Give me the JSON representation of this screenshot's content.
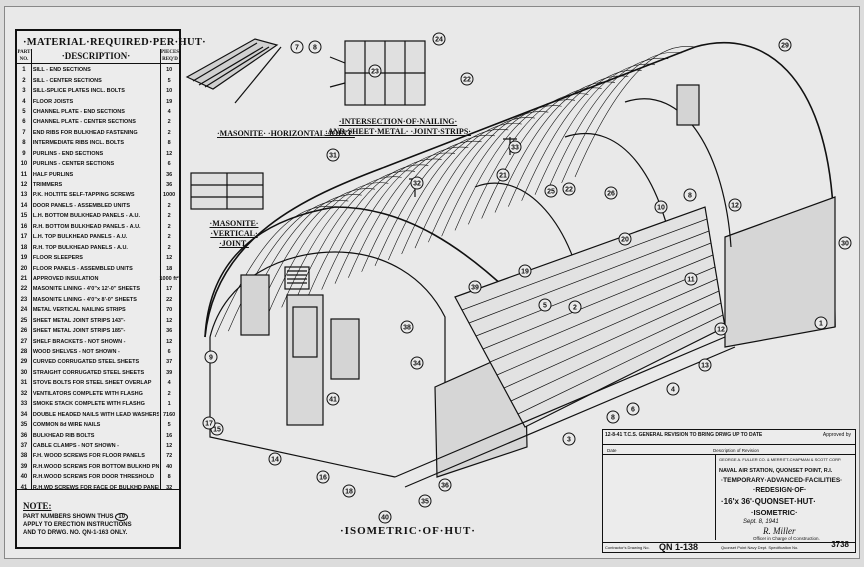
{
  "table": {
    "title": "·MATERIAL·REQUIRED·PER·HUT·",
    "col_part": "PART NO.",
    "col_desc": "·DESCRIPTION·",
    "col_qty": "PIECES REQ'D",
    "rows": [
      {
        "no": "1",
        "desc": "SILL - END SECTIONS",
        "qty": "10"
      },
      {
        "no": "2",
        "desc": "SILL - CENTER SECTIONS",
        "qty": "5"
      },
      {
        "no": "3",
        "desc": "SILL-SPLICE PLATES INCL. BOLTS",
        "qty": "10"
      },
      {
        "no": "4",
        "desc": "FLOOR JOISTS",
        "qty": "19"
      },
      {
        "no": "5",
        "desc": "CHANNEL PLATE - END SECTIONS",
        "qty": "4"
      },
      {
        "no": "6",
        "desc": "CHANNEL PLATE - CENTER SECTIONS",
        "qty": "2"
      },
      {
        "no": "7",
        "desc": "END RIBS FOR BULKHEAD FASTENING",
        "qty": "2"
      },
      {
        "no": "8",
        "desc": "INTERMEDIATE RIBS INCL. BOLTS",
        "qty": "8"
      },
      {
        "no": "9",
        "desc": "PURLINS - END SECTIONS",
        "qty": "12"
      },
      {
        "no": "10",
        "desc": "PURLINS - CENTER SECTIONS",
        "qty": "6"
      },
      {
        "no": "11",
        "desc": "HALF PURLINS",
        "qty": "36"
      },
      {
        "no": "12",
        "desc": "TRIMMERS",
        "qty": "36"
      },
      {
        "no": "13",
        "desc": "P.K. HOLTITE SELF-TAPPING SCREWS",
        "qty": "1000"
      },
      {
        "no": "14",
        "desc": "DOOR PANELS - ASSEMBLED UNITS",
        "qty": "2"
      },
      {
        "no": "15",
        "desc": "L.H. BOTTOM BULKHEAD PANELS - A.U.",
        "qty": "2"
      },
      {
        "no": "16",
        "desc": "R.H. BOTTOM BULKHEAD PANELS - A.U.",
        "qty": "2"
      },
      {
        "no": "17",
        "desc": "L.H. TOP BULKHEAD PANELS - A.U.",
        "qty": "2"
      },
      {
        "no": "18",
        "desc": "R.H. TOP BULKHEAD PANELS - A.U.",
        "qty": "2"
      },
      {
        "no": "19",
        "desc": "FLOOR SLEEPERS",
        "qty": "12"
      },
      {
        "no": "20",
        "desc": "FLOOR PANELS - ASSEMBLED UNITS",
        "qty": "18"
      },
      {
        "no": "21",
        "desc": "APPROVED INSULATION",
        "qty": "1000 ft²"
      },
      {
        "no": "22",
        "desc": "MASONITE LINING - 4'0\"x 12'-0\" SHEETS",
        "qty": "17"
      },
      {
        "no": "23",
        "desc": "MASONITE LINING - 4'0\"x 8'-0\" SHEETS",
        "qty": "22"
      },
      {
        "no": "24",
        "desc": "METAL VERTICAL NAILING STRIPS",
        "qty": "70"
      },
      {
        "no": "25",
        "desc": "SHEET METAL JOINT STRIPS 143\"-",
        "qty": "12"
      },
      {
        "no": "26",
        "desc": "SHEET METAL JOINT STRIPS 185\"-",
        "qty": "36"
      },
      {
        "no": "27",
        "desc": "SHELF BRACKETS - NOT SHOWN -",
        "qty": "12"
      },
      {
        "no": "28",
        "desc": "WOOD SHELVES - NOT SHOWN -",
        "qty": "6"
      },
      {
        "no": "29",
        "desc": "CURVED CORRUGATED STEEL SHEETS",
        "qty": "37"
      },
      {
        "no": "30",
        "desc": "STRAIGHT CORRUGATED STEEL SHEETS",
        "qty": "39"
      },
      {
        "no": "31",
        "desc": "STOVE BOLTS FOR STEEL SHEET OVERLAP",
        "qty": "4"
      },
      {
        "no": "32",
        "desc": "VENTILATORS COMPLETE WITH FLASHG",
        "qty": "2"
      },
      {
        "no": "33",
        "desc": "SMOKE STACK COMPLETE WITH FLASHG",
        "qty": "1"
      },
      {
        "no": "34",
        "desc": "DOUBLE HEADED NAILS WITH LEAD WASHERS",
        "qty": "7160"
      },
      {
        "no": "35",
        "desc": "COMMON 8d WIRE NAILS",
        "qty": "5"
      },
      {
        "no": "36",
        "desc": "BULKHEAD RIB BOLTS",
        "qty": "16"
      },
      {
        "no": "37",
        "desc": "CABLE CLAMPS - NOT SHOWN -",
        "qty": "12"
      },
      {
        "no": "38",
        "desc": "F.H. WOOD SCREWS FOR FLOOR PANELS",
        "qty": "72"
      },
      {
        "no": "39",
        "desc": "R.H.WOOD SCREWS FOR BOTTOM BULKHD PNL",
        "qty": "40"
      },
      {
        "no": "40",
        "desc": "R.H.WOOD SCREWS FOR DOOR THRESHOLD",
        "qty": "8"
      },
      {
        "no": "41",
        "desc": "R.H.WD SCREWS FOR FACE OF BULKHD PANELS",
        "qty": "32"
      }
    ],
    "note_title": "NOTE:",
    "note_lines": [
      "PART NUMBERS SHOWN THUS",
      "APPLY TO ERECTION INSTRUCTIONS",
      "AND TO DRWG. NO. QN-1-163 ONLY."
    ],
    "note_marker": "10"
  },
  "details": {
    "masonite_horizontal": "·MASONITE·  ·HORIZONTAL·JOINT·",
    "intersection": "·INTERSECTION·OF·NAILING· ·AND·SHEET·METAL· ·JOINT·STRIPS·",
    "masonite_vertical": "·MASONITE· ·VERTICAL· ·JOINT·"
  },
  "isometric_caption": "·ISOMETRIC·OF·HUT·",
  "callouts": [
    "29",
    "7",
    "8",
    "22",
    "30",
    "9",
    "31",
    "8",
    "5",
    "12",
    "10",
    "21",
    "22",
    "32",
    "26",
    "33",
    "11",
    "24",
    "23",
    "20",
    "19",
    "13",
    "12",
    "4",
    "3",
    "6",
    "8",
    "1",
    "2",
    "14",
    "15",
    "16",
    "17",
    "18",
    "40",
    "41",
    "35",
    "36",
    "34",
    "25",
    "38",
    "39"
  ],
  "title_block": {
    "revision": "12-8-41   T.C.S.   GENERAL REVISION TO BRING DRWG UP TO DATE",
    "rev_right": "Approved by",
    "col_date": "Date",
    "col_description": "Description of Revision",
    "contractor": "GEORGE A. FULLER CO. & MERRITT-CHAPMAN & SCOTT CORP.",
    "line1": "NAVAL AIR STATION, QUONSET POINT, R.I.",
    "line2": "·TEMPORARY·ADVANCED·FACILITIES·",
    "line3": "·REDESIGN·OF·",
    "line4": "·16'x 36'·QUONSET·HUT·",
    "line5": "·ISOMETRIC·",
    "approved_date": "Sept. 8, 1941",
    "signature": "R. Miller",
    "officer": "Officer in Charge of Construction.",
    "drawing_no": "QN 1-138",
    "drawing_no_right": "3738",
    "footer_left": "Contractor's Drawing No.",
    "footer_right": "Quonset Point Navy Dept. Specification No."
  }
}
